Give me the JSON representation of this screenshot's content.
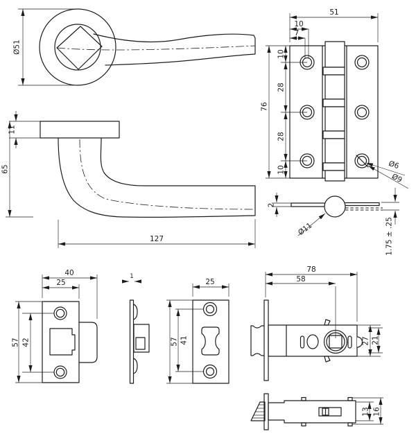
{
  "drawing": {
    "type": "technical-drawing",
    "subject": "door-handle-hinge-and-tubular-latch",
    "line_color": "#1c1c1c",
    "background_color": "#ffffff",
    "views": {
      "handle_front": {
        "dims": {
          "rose_diameter": "Ø51"
        }
      },
      "handle_side": {
        "dims": {
          "rose_thickness": "11",
          "height": "65",
          "length": "127"
        }
      },
      "hinge_front": {
        "dims": {
          "width": "51",
          "hole_offset": "10",
          "hole_offset_inner": "7",
          "margin_top": "10",
          "spacing_upper": "28",
          "spacing_lower": "28",
          "margin_bottom": "10",
          "height": "76",
          "screw_hole_inner": "Ø6",
          "screw_hole_outer": "Ø9"
        }
      },
      "hinge_side": {
        "dims": {
          "leaf_thickness": "2",
          "knuckle_diameter": "Ø11",
          "clearance": "1.75 ± .25"
        }
      },
      "strike_plate": {
        "dims": {
          "overall_width": "40",
          "plate_width": "25",
          "height": "57",
          "hole_spacing": "42"
        }
      },
      "strike_side": {
        "dims": {
          "thickness": "1"
        }
      },
      "face_plate": {
        "dims": {
          "width": "25",
          "height": "57",
          "hole_spacing": "41"
        }
      },
      "latch_side": {
        "dims": {
          "length": "78",
          "backset": "58",
          "case_height": "27",
          "tube_height": "21"
        }
      },
      "latch_top": {
        "dims": {
          "case_width": "13",
          "overall_width": "16"
        }
      }
    }
  }
}
